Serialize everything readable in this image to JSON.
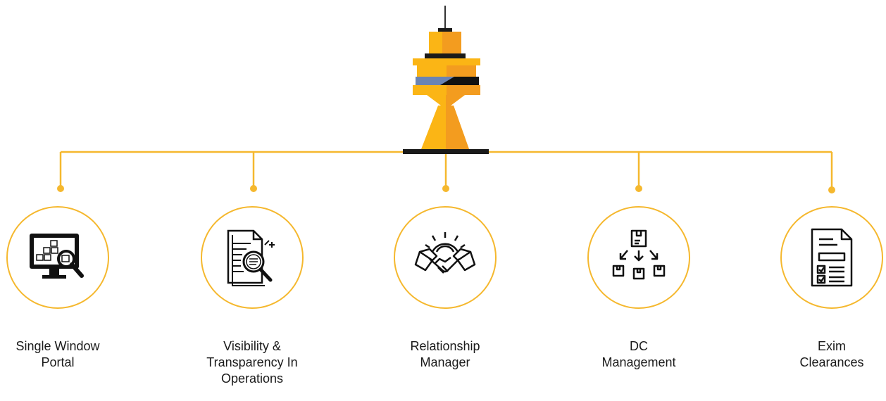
{
  "colors": {
    "accent": "#f5b82e",
    "tower_orange": "#f39c1f",
    "tower_yellow": "#fbb515",
    "tower_dark": "#111111",
    "window_blue": "#6b84b3"
  },
  "features": [
    {
      "icon": "monitor-magnifier-icon",
      "lines": [
        "Single Window",
        "Portal"
      ]
    },
    {
      "icon": "document-magnifier-icon",
      "lines": [
        "Visibility &",
        "Transparency In",
        "Operations"
      ]
    },
    {
      "icon": "handshake-gear-icon",
      "lines": [
        "Relationship",
        "Manager"
      ]
    },
    {
      "icon": "package-distribution-icon",
      "lines": [
        "DC",
        "Management"
      ]
    },
    {
      "icon": "checklist-document-icon",
      "lines": [
        "Exim",
        "Clearances"
      ]
    }
  ]
}
